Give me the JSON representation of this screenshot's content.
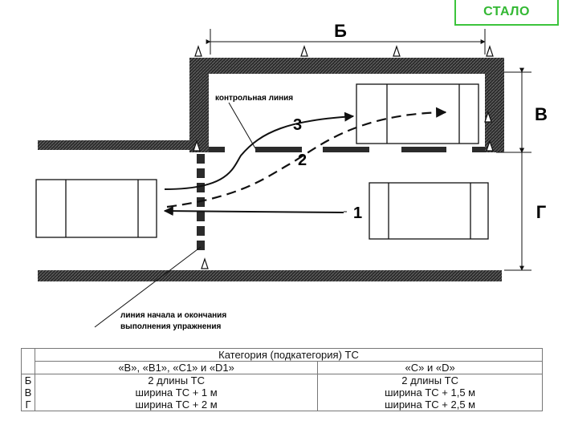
{
  "badge_label": "СТАЛО",
  "dim_labels": {
    "width_top": "Б",
    "right_upper": "В",
    "right_lower": "Г"
  },
  "path_numbers": {
    "p1": "1",
    "p2": "2",
    "p3": "3"
  },
  "annotations": {
    "control_line": "контрольная линия",
    "start_line_1": "линия начала и окончания",
    "start_line_2": "выполнения упражнения"
  },
  "table": {
    "header": "Категория (подкатегория) ТС",
    "col1": "«B», «B1», «C1» и «D1»",
    "col2": "«C» и «D»",
    "rows": [
      {
        "letter": "Б",
        "col1": "2 длины ТС",
        "col2": "2 длины ТС"
      },
      {
        "letter": "В",
        "col1": "ширина ТС + 1 м",
        "col2": "ширина ТС + 1,5 м"
      },
      {
        "letter": "Г",
        "col1": "ширина ТС + 2 м",
        "col2": "ширина ТС + 2,5 м"
      }
    ]
  }
}
